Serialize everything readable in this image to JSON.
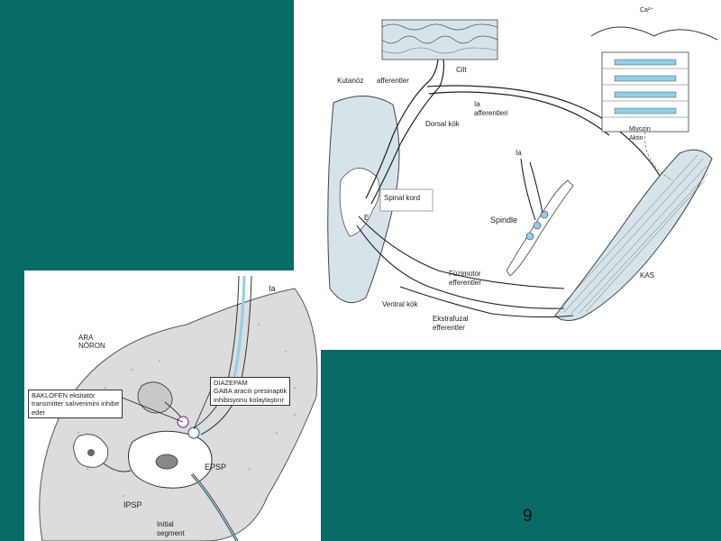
{
  "colors": {
    "background": "#086b66",
    "panel": "#ffffff",
    "tissue": "#d6e4ea",
    "gray_matter": "#dcdcdc",
    "highlight_blue": "#8fd0e8"
  },
  "slide": {
    "page_number": "9"
  },
  "reflex_diagram": {
    "labels": {
      "cilt": "Cilt",
      "kutanoz": "Kutanöz",
      "afferentler": "afferentler",
      "ia_afferentleri_line1": "Ia",
      "ia_afferentleri_line2": "afferentleri",
      "dorsal_kok": "Dorsal kök",
      "spinal_kord": "Spinal kord",
      "e_label": "E",
      "ca": "Ca²⁺",
      "miyozin": "Miyozin",
      "aktin": "Aktin",
      "ia": "Ia",
      "spindle": "Spindle",
      "fuzimotor_line1": "Füzimotor",
      "fuzimotor_line2": "efferentler",
      "kas": "KAS",
      "ventral_kok": "Ventral kök",
      "ekstrafuzal_line1": "Ekstrafuzal",
      "ekstrafuzal_line2": "efferentler"
    }
  },
  "synapse_diagram": {
    "labels": {
      "ia": "Ia",
      "ara_noron_line1": "ARA",
      "ara_noron_line2": "NÖRON",
      "epsp": "EPSP",
      "ipsp": "IPSP",
      "initial_line1": "Initial",
      "initial_line2": "segment"
    },
    "baklofen_box": {
      "line1": "BAKLOFEN eksitatör",
      "line2": "transmitter salıverimini inhibe",
      "line3": "eder"
    },
    "diazepam_box": {
      "line1": "DİAZEPAM",
      "line2": "GABA aracılı presinaptik",
      "line3": "inhibisyonu kolaylaştırır"
    }
  }
}
